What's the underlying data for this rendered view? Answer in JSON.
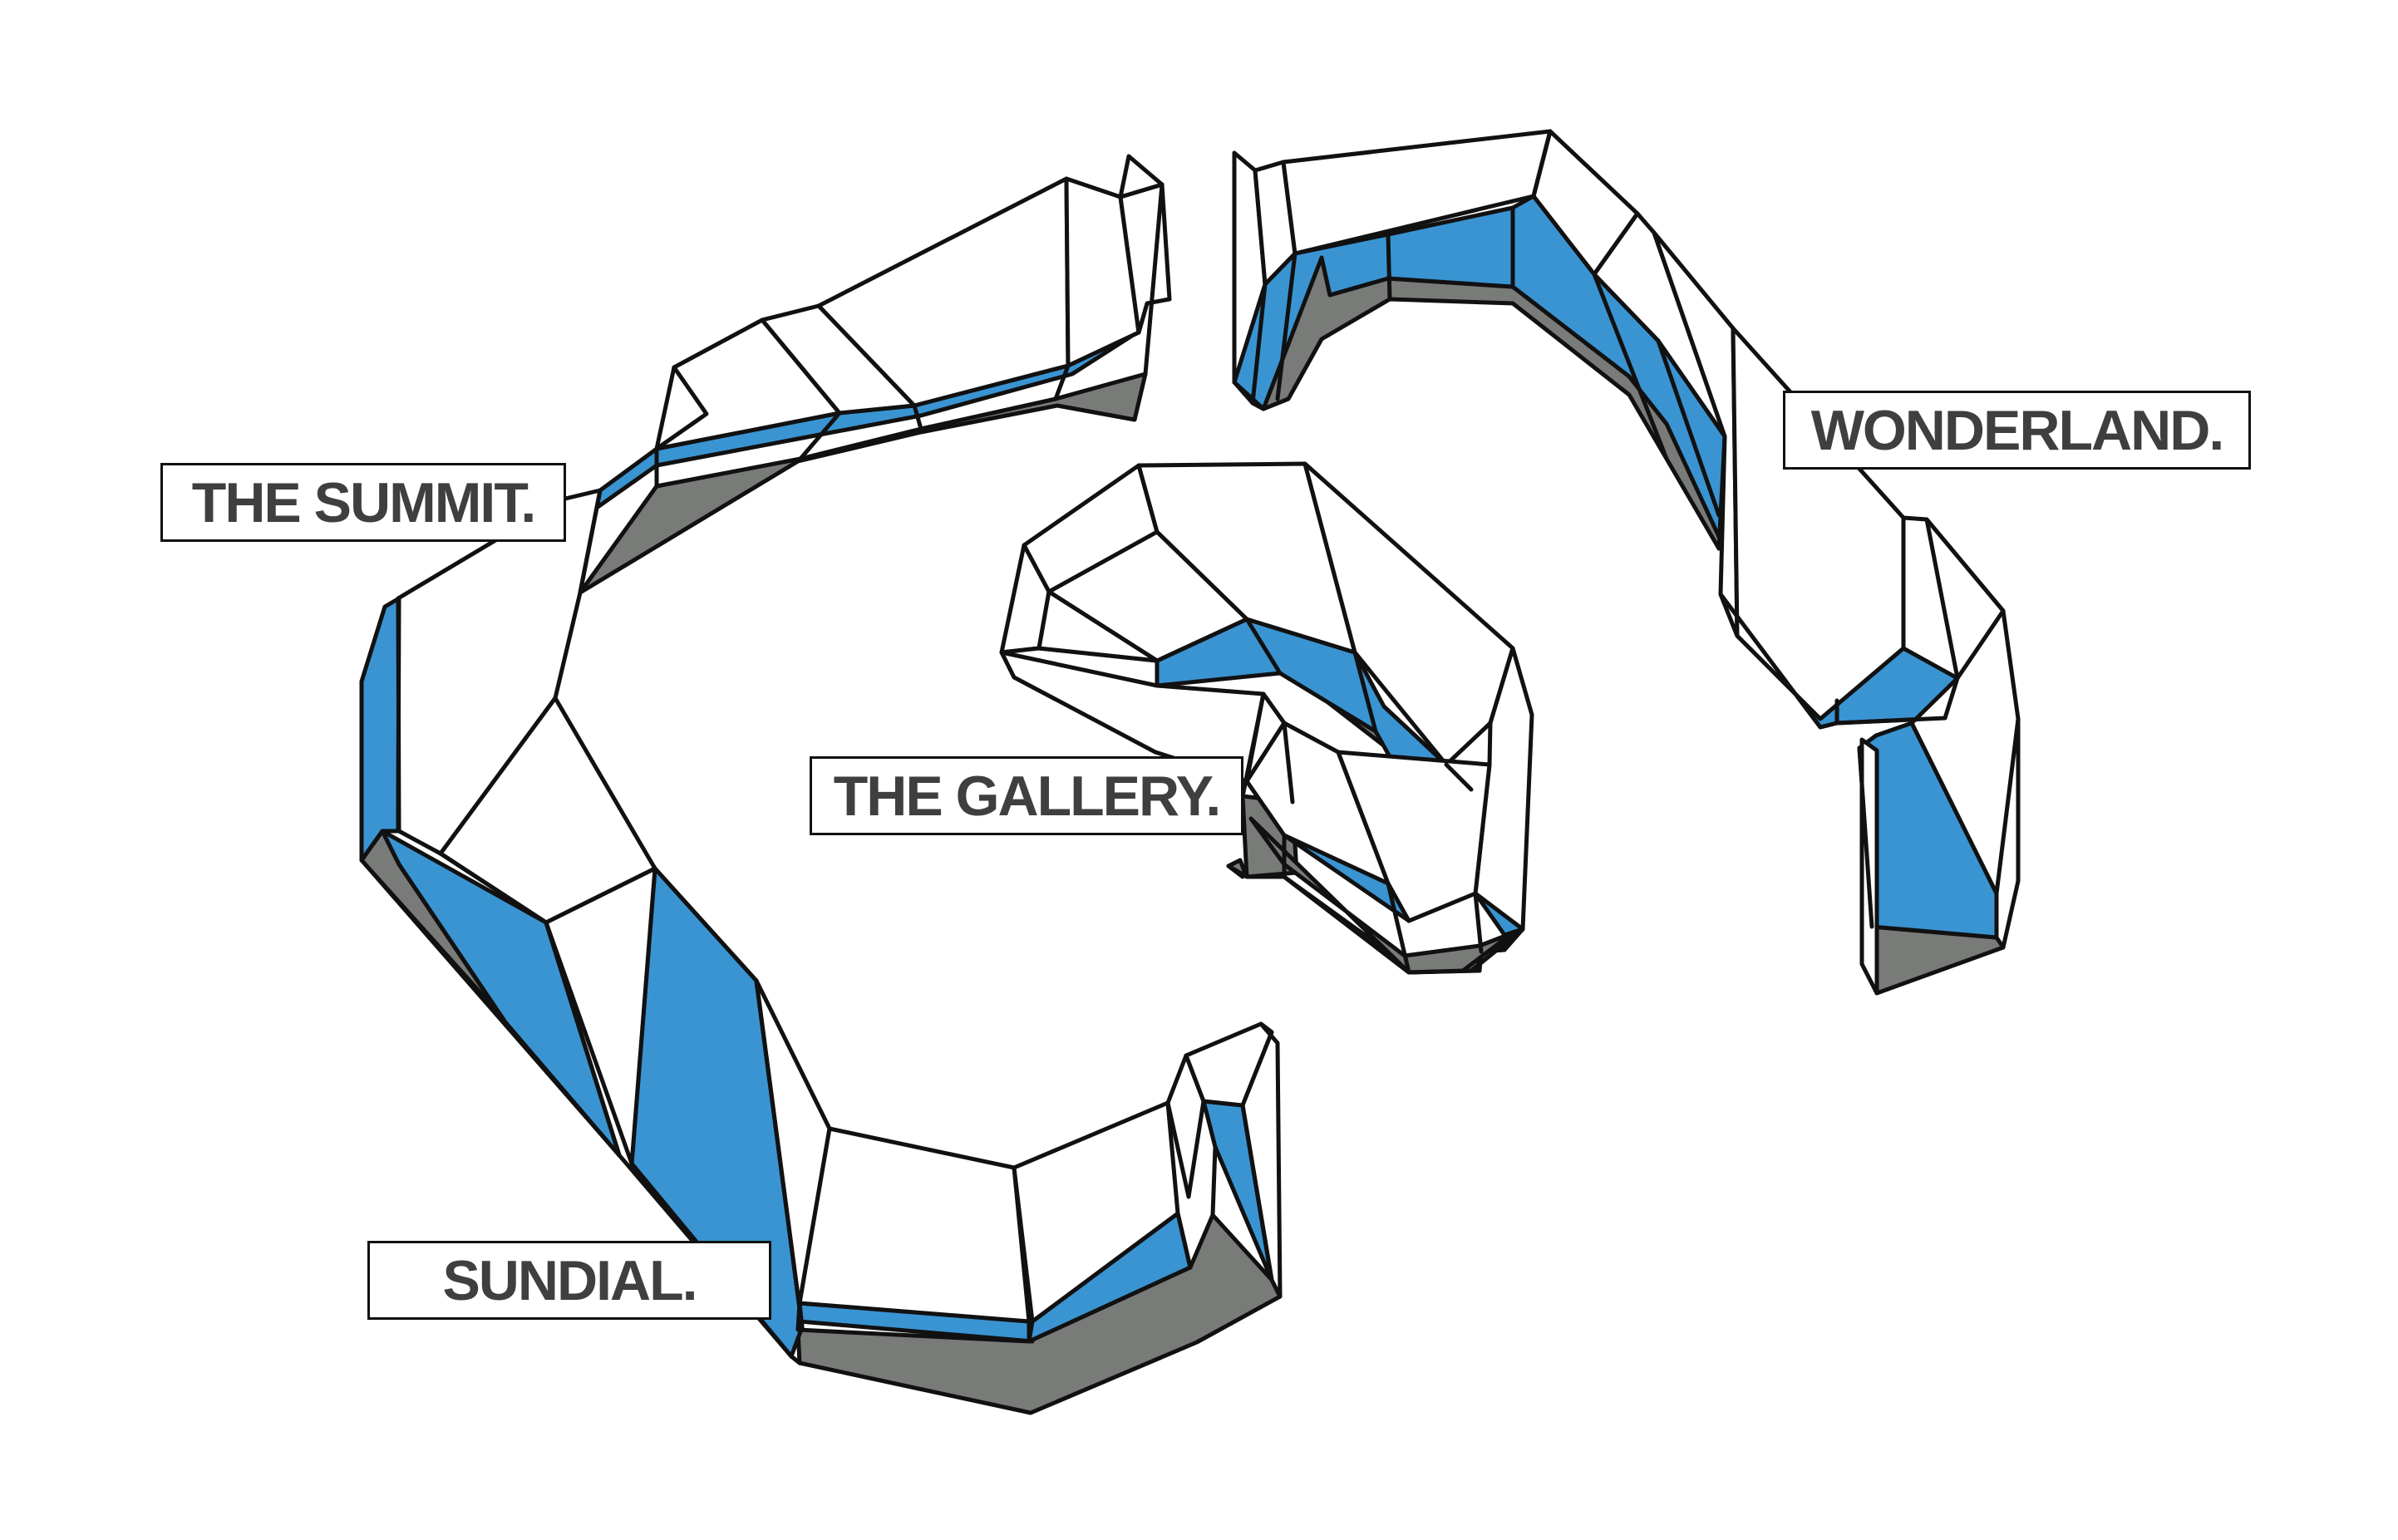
{
  "colors": {
    "background": "#ffffff",
    "face_top": "#ffffff",
    "face_blue": "#3a94d2",
    "face_grey": "#797b79",
    "outline": "#111111",
    "label_text": "#3e3f41"
  },
  "zones": [
    {
      "id": "summit",
      "label": "THE SUMMIT."
    },
    {
      "id": "gallery",
      "label": "THE GALLERY."
    },
    {
      "id": "wonderland",
      "label": "WONDERLAND."
    },
    {
      "id": "sundial",
      "label": "SUNDIAL."
    }
  ]
}
